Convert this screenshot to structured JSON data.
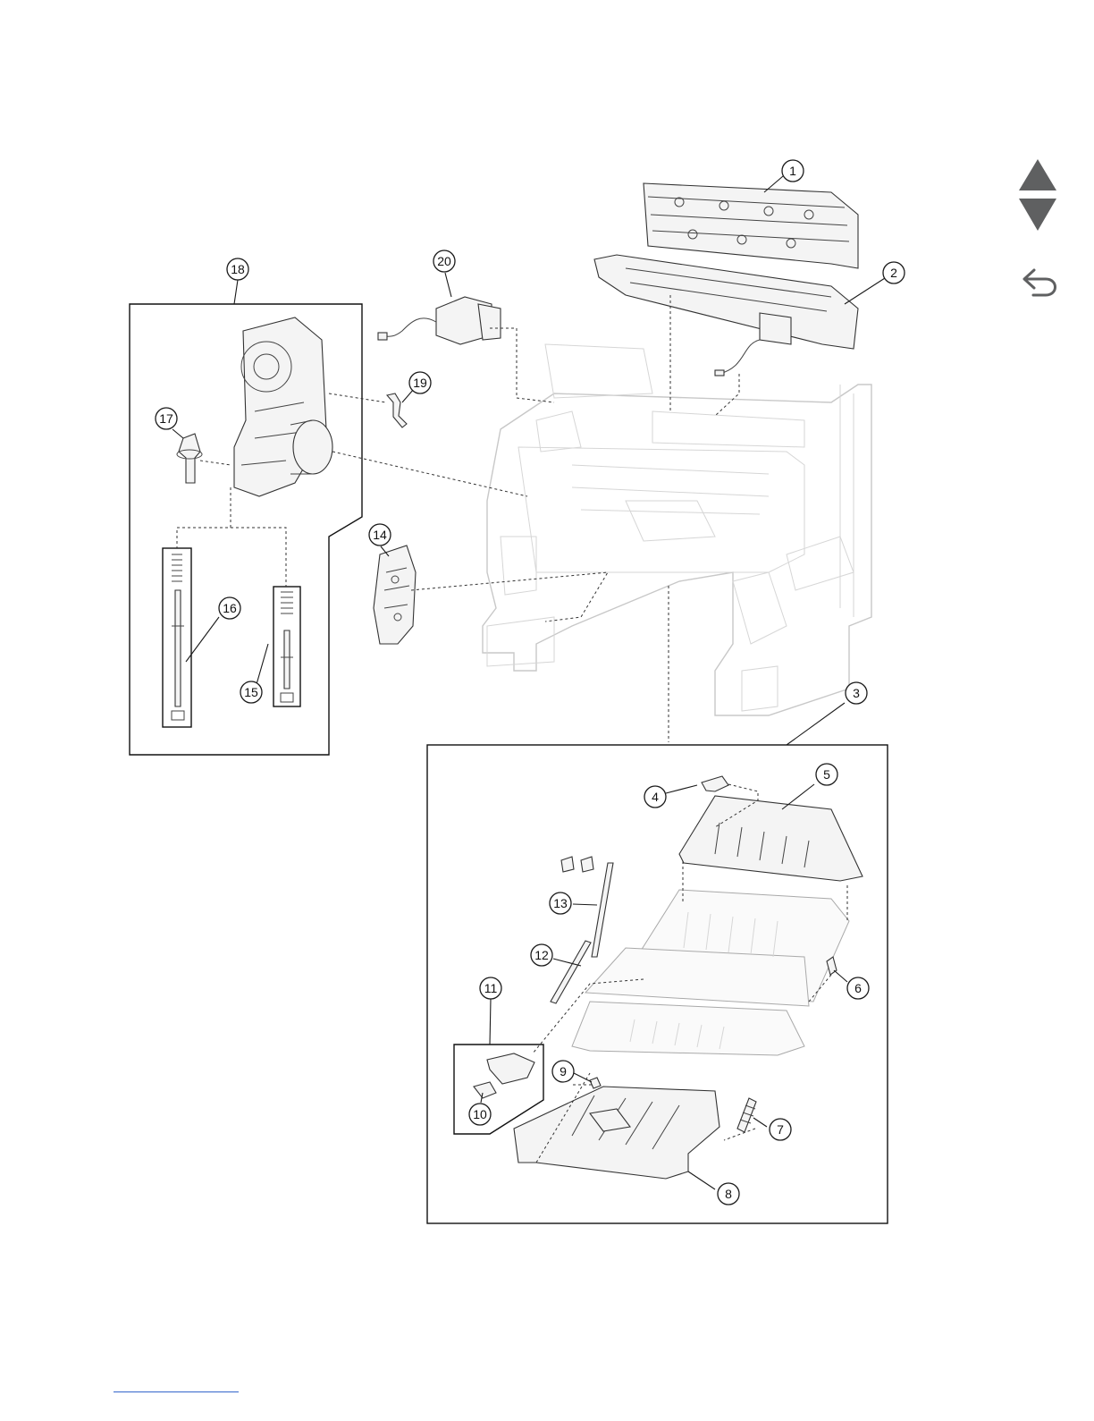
{
  "figure": {
    "callouts": [
      {
        "id": "1",
        "label": "1"
      },
      {
        "id": "2",
        "label": "2"
      },
      {
        "id": "3",
        "label": "3"
      },
      {
        "id": "4",
        "label": "4"
      },
      {
        "id": "5",
        "label": "5"
      },
      {
        "id": "6",
        "label": "6"
      },
      {
        "id": "7",
        "label": "7"
      },
      {
        "id": "8",
        "label": "8"
      },
      {
        "id": "9",
        "label": "9"
      },
      {
        "id": "10",
        "label": "10"
      },
      {
        "id": "11",
        "label": "11"
      },
      {
        "id": "12",
        "label": "12"
      },
      {
        "id": "13",
        "label": "13"
      },
      {
        "id": "14",
        "label": "14"
      },
      {
        "id": "15",
        "label": "15"
      },
      {
        "id": "16",
        "label": "16"
      },
      {
        "id": "17",
        "label": "17"
      },
      {
        "id": "18",
        "label": "18"
      },
      {
        "id": "19",
        "label": "19"
      },
      {
        "id": "20",
        "label": "20"
      }
    ]
  },
  "navigation": {
    "previous_icon": "triangle-up-icon",
    "next_icon": "triangle-down-icon",
    "back_icon": "return-arrow-icon"
  },
  "colors": {
    "nav_gray": "#5f6061",
    "link_blue": "#3366cc",
    "line": "#1a1a1a",
    "ghost": "#c8c8c8"
  }
}
